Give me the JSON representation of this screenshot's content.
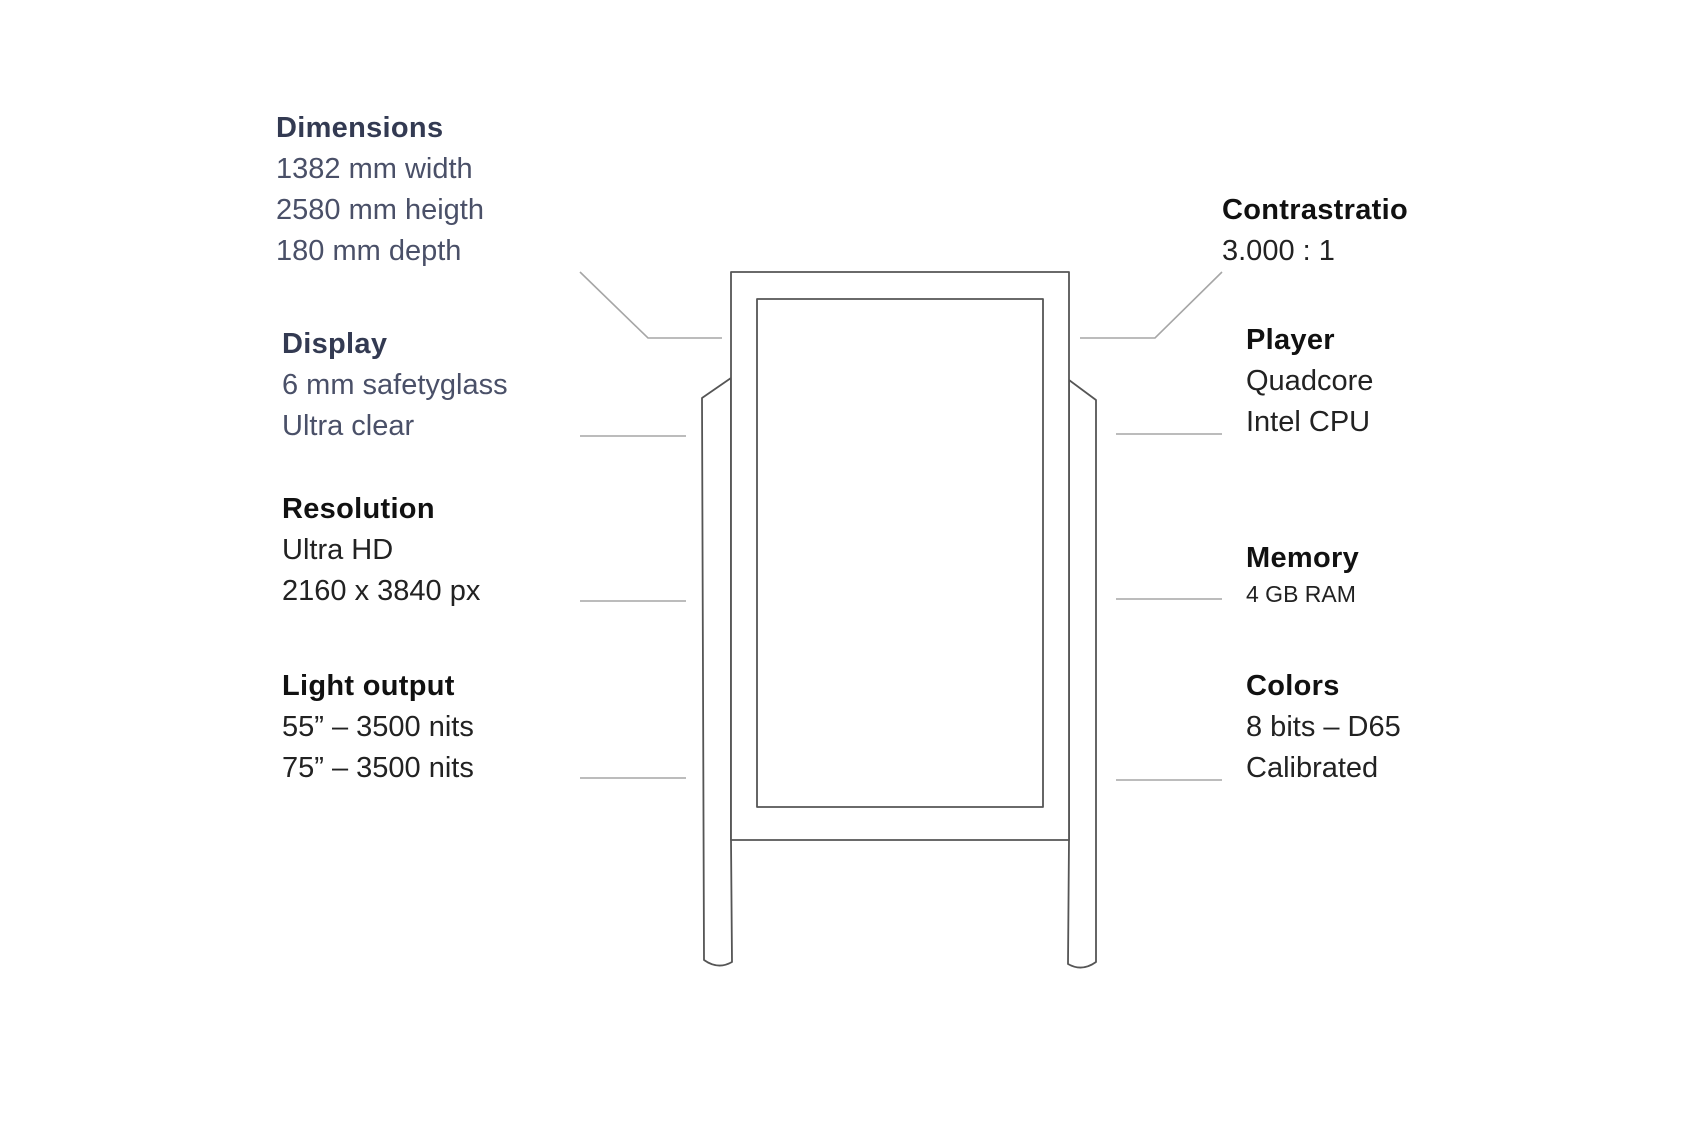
{
  "specs": {
    "dimensions": {
      "title": "Dimensions",
      "lines": [
        "1382 mm width",
        "2580 mm heigth",
        "180 mm depth"
      ]
    },
    "display": {
      "title": "Display",
      "lines": [
        "6 mm safetyglass",
        "Ultra clear"
      ]
    },
    "resolution": {
      "title": "Resolution",
      "lines": [
        "Ultra HD",
        "2160 x 3840 px"
      ]
    },
    "light_output": {
      "title": "Light output",
      "lines": [
        "55” – 3500 nits",
        "75” – 3500 nits"
      ]
    },
    "contrastratio": {
      "title": "Contrastratio",
      "lines": [
        "3.000 : 1"
      ]
    },
    "player": {
      "title": "Player",
      "lines": [
        "Quadcore",
        "Intel CPU"
      ]
    },
    "memory": {
      "title": "Memory",
      "lines": [
        "4 GB RAM"
      ]
    },
    "colors": {
      "title": "Colors",
      "lines": [
        "8 bits – D65",
        "Calibrated"
      ]
    }
  },
  "colors": {
    "line": "#9a9a9a",
    "outline": "#555555",
    "navy": "#333a52",
    "black": "#111111"
  },
  "illustration": {
    "icon": "digital-signage-totem-icon"
  }
}
